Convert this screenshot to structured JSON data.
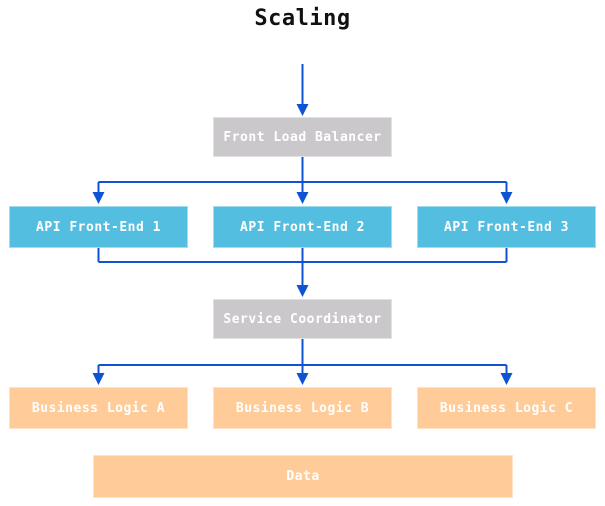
{
  "diagram": {
    "title": "Scaling",
    "nodes": [
      {
        "id": "front-load-balancer",
        "label": "Front Load Balancer",
        "kind": "coordinator",
        "fill": "#cbc8cb"
      },
      {
        "id": "api-front-end-1",
        "label": "API Front-End 1",
        "kind": "api",
        "fill": "#53bee0"
      },
      {
        "id": "api-front-end-2",
        "label": "API Front-End 2",
        "kind": "api",
        "fill": "#53bee0"
      },
      {
        "id": "api-front-end-3",
        "label": "API Front-End 3",
        "kind": "api",
        "fill": "#53bee0"
      },
      {
        "id": "service-coordinator",
        "label": "Service Coordinator",
        "kind": "coordinator",
        "fill": "#cbc8cb"
      },
      {
        "id": "business-logic-a",
        "label": "Business Logic A",
        "kind": "logic",
        "fill": "#ffcc99"
      },
      {
        "id": "business-logic-b",
        "label": "Business Logic B",
        "kind": "logic",
        "fill": "#ffcc99"
      },
      {
        "id": "business-logic-c",
        "label": "Business Logic C",
        "kind": "logic",
        "fill": "#ffcc99"
      },
      {
        "id": "data",
        "label": "Data",
        "kind": "data",
        "fill": "#ffcc99"
      }
    ],
    "edges": [
      {
        "from": "start",
        "to": "front-load-balancer"
      },
      {
        "from": "front-load-balancer",
        "to": "api-front-end-1"
      },
      {
        "from": "front-load-balancer",
        "to": "api-front-end-2"
      },
      {
        "from": "front-load-balancer",
        "to": "api-front-end-3"
      },
      {
        "from": "api-front-end-1",
        "to": "service-coordinator"
      },
      {
        "from": "api-front-end-2",
        "to": "service-coordinator"
      },
      {
        "from": "api-front-end-3",
        "to": "service-coordinator"
      },
      {
        "from": "service-coordinator",
        "to": "business-logic-a"
      },
      {
        "from": "service-coordinator",
        "to": "business-logic-b"
      },
      {
        "from": "service-coordinator",
        "to": "business-logic-c"
      }
    ],
    "colors": {
      "edge": "#0d53d4",
      "node_text": "#ffffff",
      "title_text": "#111111",
      "coordinator_fill": "#cbc8cb",
      "api_fill": "#53bee0",
      "logic_fill": "#ffcc99"
    }
  }
}
